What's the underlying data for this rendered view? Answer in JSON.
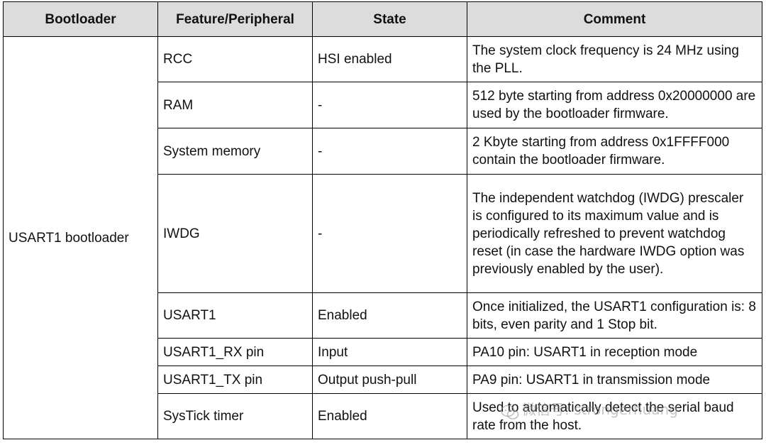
{
  "table": {
    "headers": [
      "Bootloader",
      "Feature/Peripheral",
      "State",
      "Comment"
    ],
    "bootloader_label": "USART1 bootloader",
    "rows": [
      {
        "feature": "RCC",
        "state": "HSI enabled",
        "comment": "The system clock frequency is 24 MHz using the PLL."
      },
      {
        "feature": "RAM",
        "state": "-",
        "comment": "512 byte starting from address 0x20000000 are used by the bootloader firmware."
      },
      {
        "feature": "System memory",
        "state": "-",
        "comment": "2 Kbyte starting from address 0x1FFFF000 contain the bootloader firmware."
      },
      {
        "feature": "IWDG",
        "state": "-",
        "comment": "The independent watchdog (IWDG) prescaler is configured to its maximum value and is periodically refreshed to prevent watchdog reset (in case the hardware IWDG option was previously enabled by the user)."
      },
      {
        "feature": "USART1",
        "state": "Enabled",
        "comment": "Once initialized, the USART1 configuration is: 8 bits, even parity and 1 Stop bit."
      },
      {
        "feature": "USART1_RX pin",
        "state": "Input",
        "comment": "PA10 pin: USART1 in reception mode"
      },
      {
        "feature": "USART1_TX pin",
        "state": "Output push-pull",
        "comment": "PA9 pin: USART1 in transmission mode"
      },
      {
        "feature": "SysTick timer",
        "state": "Enabled",
        "comment": "Used to automatically detect the serial baud rate from the host."
      }
    ]
  },
  "watermark": {
    "text": "微信号: strongerhuang",
    "icon": "wechat-icon"
  }
}
